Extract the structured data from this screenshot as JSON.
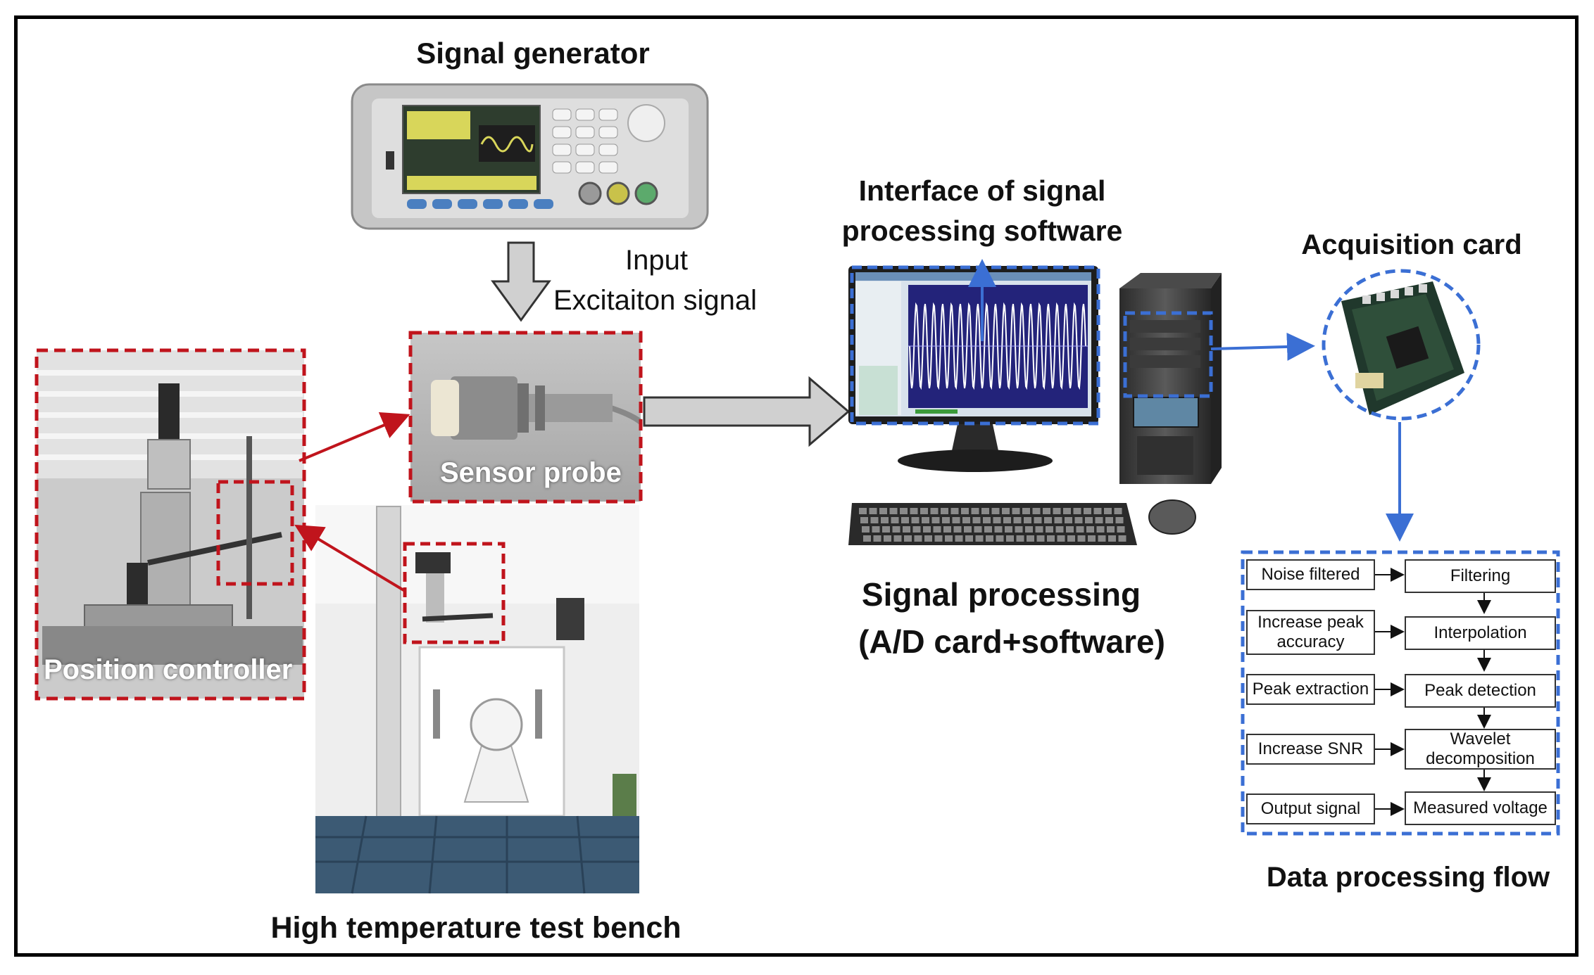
{
  "labels": {
    "signal_generator": "Signal generator",
    "input_line1": "Input",
    "input_line2": "Excitaiton signal",
    "interface_line1": "Interface of signal",
    "interface_line2": "processing software",
    "acquisition_card": "Acquisition card",
    "sensor_probe": "Sensor probe",
    "position_controller": "Position controller",
    "signal_processing_line1": "Signal processing",
    "signal_processing_line2": "(A/D card+software)",
    "high_temp_bench": "High temperature test bench",
    "data_flow_title": "Data processing  flow"
  },
  "flow": {
    "left": [
      {
        "text": "Noise filtered"
      },
      {
        "text": "Increase peak accuracy"
      },
      {
        "text": "Peak extraction"
      },
      {
        "text": "Increase SNR"
      },
      {
        "text": "Output signal"
      }
    ],
    "right": [
      {
        "text": "Filtering"
      },
      {
        "text": "Interpolation"
      },
      {
        "text": "Peak detection"
      },
      {
        "text": "Wavelet decomposition"
      },
      {
        "text": "Measured voltage"
      }
    ]
  },
  "colors": {
    "red_dash": "#c0141c",
    "blue_dash": "#3b6fd4",
    "gray_arrow": "#d0d0d0"
  }
}
